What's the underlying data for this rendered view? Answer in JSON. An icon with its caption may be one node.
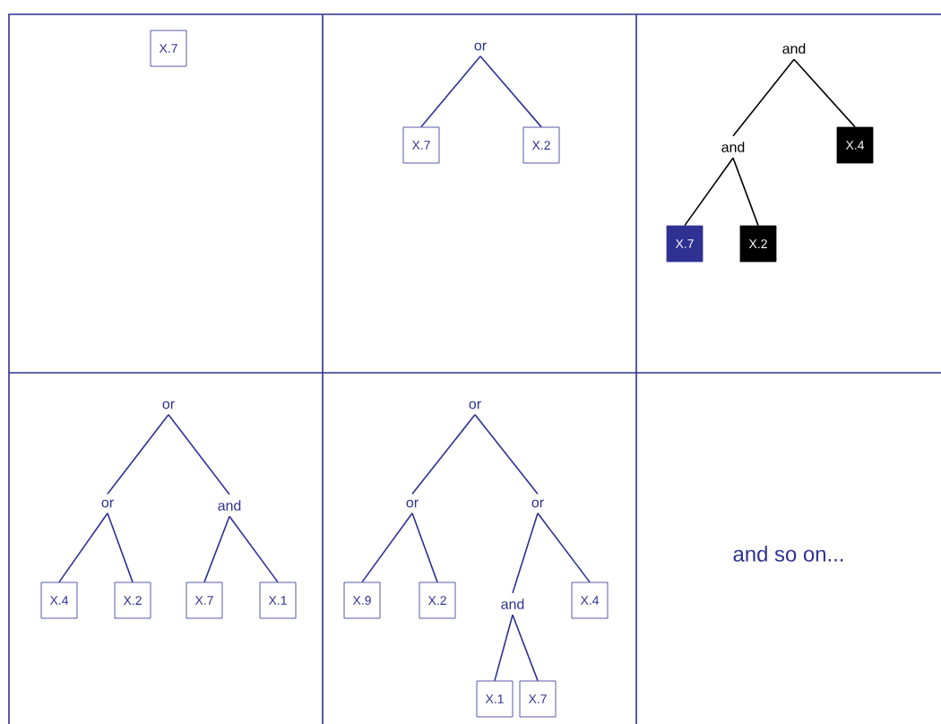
{
  "diagram": {
    "nodes": [
      {
        "text": [
          "X.7"
        ]
      },
      {
        "text": [
          "or"
        ]
      },
      {
        "text": [
          "X.7"
        ]
      },
      {
        "text": [
          "X.2"
        ]
      },
      {
        "text": [
          "and"
        ]
      },
      {
        "text": [
          "and"
        ]
      },
      {
        "text": [
          "X.4"
        ]
      },
      {
        "text": [
          "X.7"
        ]
      },
      {
        "text": [
          "X.2"
        ]
      },
      {
        "text": [
          "or"
        ]
      },
      {
        "text": [
          "or"
        ]
      },
      {
        "text": [
          "and"
        ]
      },
      {
        "text": [
          "X.4"
        ]
      },
      {
        "text": [
          "X.2"
        ]
      },
      {
        "text": [
          "X.7"
        ]
      },
      {
        "text": [
          "X.1"
        ]
      },
      {
        "text": [
          "or"
        ]
      },
      {
        "text": [
          "or"
        ]
      },
      {
        "text": [
          "or"
        ]
      },
      {
        "text": [
          "X.9"
        ]
      },
      {
        "text": [
          "X.2"
        ]
      },
      {
        "text": [
          "and"
        ]
      },
      {
        "text": [
          "X.4"
        ]
      },
      {
        "text": [
          "X.1"
        ]
      },
      {
        "text": [
          "X.7"
        ]
      }
    ],
    "edges": [
      {
        "from": 1,
        "to": 2,
        "arrow": "none"
      },
      {
        "from": 1,
        "to": 3,
        "arrow": "none"
      },
      {
        "from": 4,
        "to": 5,
        "arrow": "none",
        "color": "#000000"
      },
      {
        "from": 4,
        "to": 6,
        "arrow": "none",
        "color": "#000000"
      },
      {
        "from": 5,
        "to": 7,
        "arrow": "none",
        "color": "#000000"
      },
      {
        "from": 5,
        "to": 8,
        "arrow": "none",
        "color": "#000000"
      },
      {
        "from": 9,
        "to": 10,
        "arrow": "none"
      },
      {
        "from": 9,
        "to": 11,
        "arrow": "none"
      },
      {
        "from": 10,
        "to": 12,
        "arrow": "none"
      },
      {
        "from": 10,
        "to": 13,
        "arrow": "none"
      },
      {
        "from": 11,
        "to": 14,
        "arrow": "none"
      },
      {
        "from": 11,
        "to": 15,
        "arrow": "none"
      },
      {
        "from": 16,
        "to": 17,
        "arrow": "none"
      },
      {
        "from": 16,
        "to": 18,
        "arrow": "none"
      },
      {
        "from": 17,
        "to": 19,
        "arrow": "none"
      },
      {
        "from": 17,
        "to": 20,
        "arrow": "none"
      },
      {
        "from": 18,
        "to": 21,
        "arrow": "none"
      },
      {
        "from": 18,
        "to": 22,
        "arrow": "none"
      },
      {
        "from": 21,
        "to": 23,
        "arrow": "none"
      },
      {
        "from": 21,
        "to": 24,
        "arrow": "none"
      }
    ],
    "labels": [
      "and so on..."
    ]
  }
}
